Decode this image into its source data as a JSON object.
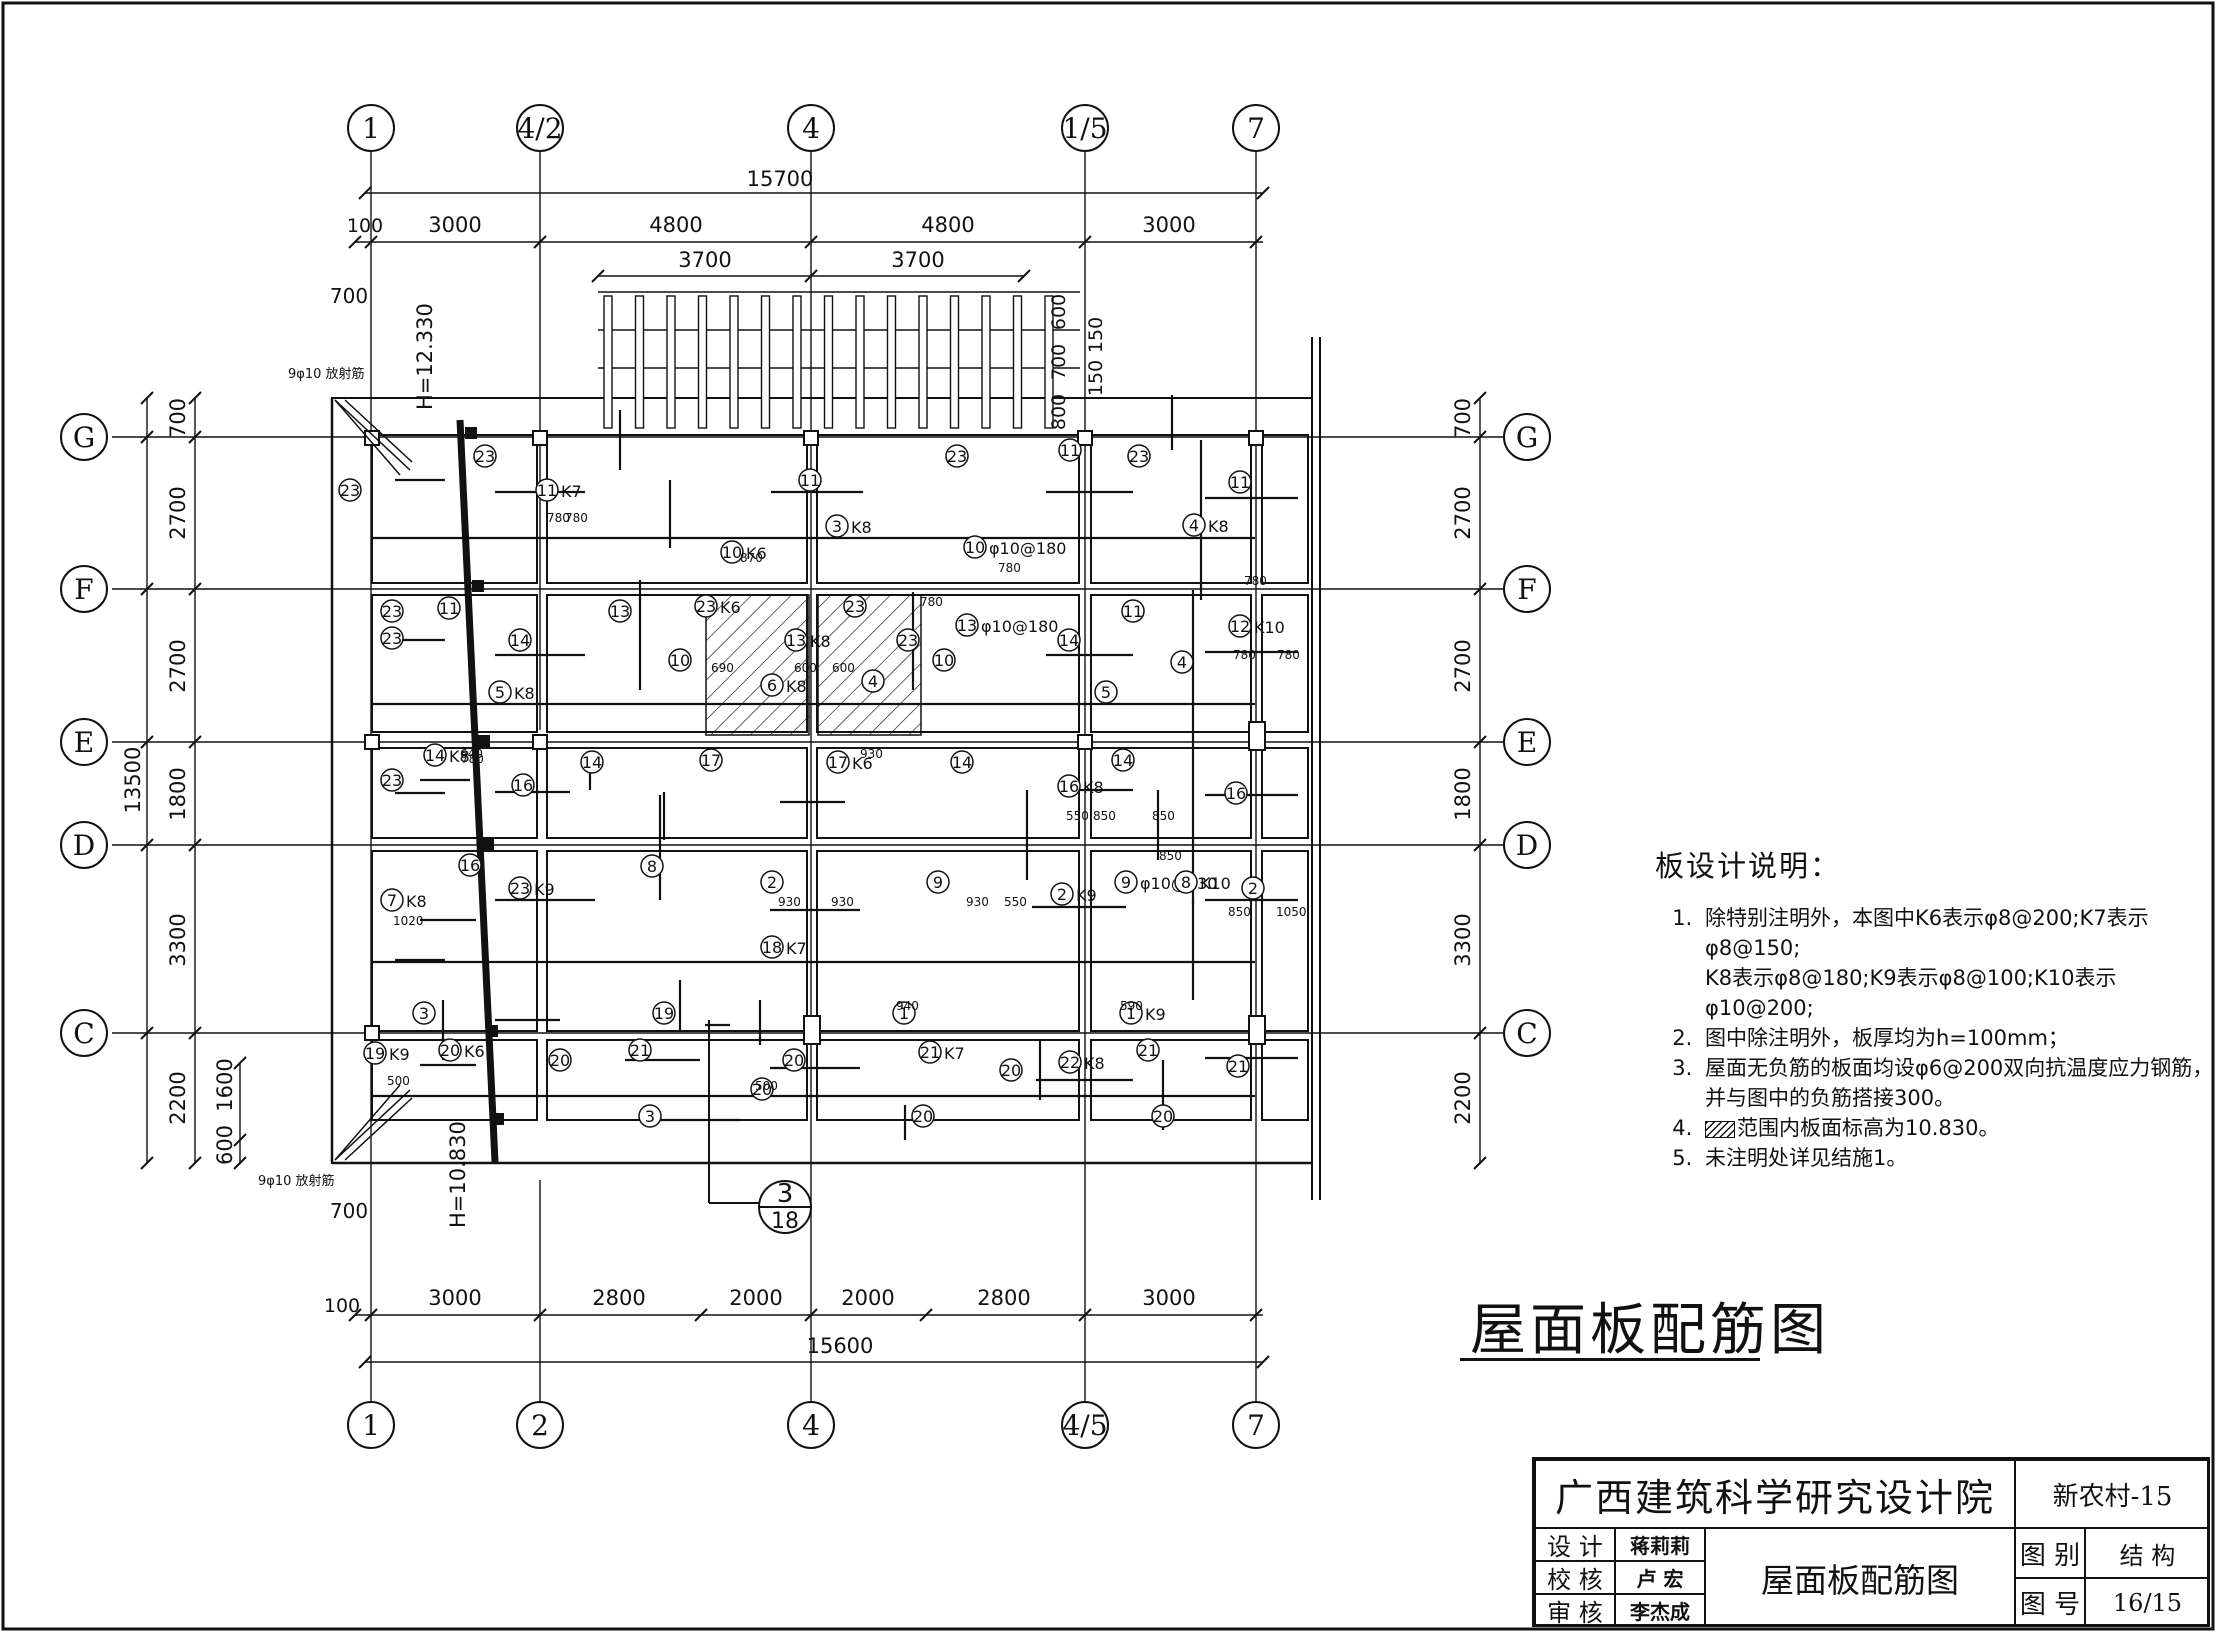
{
  "drawing_title": "屋面板配筋图",
  "axes_top": [
    "1",
    "4/2",
    "4",
    "1/5",
    "7"
  ],
  "axes_bottom": [
    "1",
    "2",
    "4",
    "4/5",
    "7"
  ],
  "axes_rows": [
    "G",
    "F",
    "E",
    "D",
    "C"
  ],
  "dims_top": {
    "total": "15700",
    "segments": [
      "100",
      "3000",
      "4800",
      "4800",
      "3000"
    ],
    "pergola": [
      "3700",
      "3700"
    ]
  },
  "dims_bottom": {
    "total": "15600",
    "segments": [
      "100",
      "3000",
      "2800",
      "2000",
      "2000",
      "2800",
      "3000"
    ]
  },
  "dims_left": {
    "total": "13500",
    "segments": [
      "700",
      "2700",
      "2700",
      "1800",
      "3300",
      "2200"
    ],
    "extra": [
      "1600",
      "600"
    ]
  },
  "dims_right": {
    "segments": [
      "700",
      "2700",
      "2700",
      "1800",
      "3300",
      "2200"
    ]
  },
  "dims_pergola_side": [
    "600",
    "150",
    "150",
    "700",
    "800"
  ],
  "eave_dims": [
    "700",
    "700"
  ],
  "elevation_labels": [
    "H=12.330",
    "H=10.830"
  ],
  "radial_bar_label": "9φ10 放射筋",
  "section_mark": {
    "number": "3",
    "sheet": "18"
  },
  "bar_labels": [
    {
      "n": "23"
    },
    {
      "n": "11",
      "t": "K7"
    },
    {
      "n": "23"
    },
    {
      "n": "11"
    },
    {
      "n": "23"
    },
    {
      "n": "11"
    },
    {
      "n": "23"
    },
    {
      "n": "11"
    },
    {
      "n": "3",
      "t": "K8"
    },
    {
      "n": "4",
      "t": "K8"
    },
    {
      "n": "10",
      "t": "K6"
    },
    {
      "n": "10",
      "t": "φ10@180"
    },
    {
      "n": "23"
    },
    {
      "n": "11"
    },
    {
      "n": "13"
    },
    {
      "n": "23",
      "t": "K6"
    },
    {
      "n": "13",
      "t": "K8"
    },
    {
      "n": "23"
    },
    {
      "n": "13",
      "t": "φ10@180"
    },
    {
      "n": "11"
    },
    {
      "n": "12",
      "t": "K10"
    },
    {
      "n": "23"
    },
    {
      "n": "14"
    },
    {
      "n": "10"
    },
    {
      "n": "6",
      "t": "K8"
    },
    {
      "n": "4"
    },
    {
      "n": "23"
    },
    {
      "n": "10"
    },
    {
      "n": "14"
    },
    {
      "n": "5",
      "t": "K8"
    },
    {
      "n": "5"
    },
    {
      "n": "4"
    },
    {
      "n": "14",
      "t": "K8"
    },
    {
      "n": "23"
    },
    {
      "n": "16"
    },
    {
      "n": "14"
    },
    {
      "n": "17"
    },
    {
      "n": "17",
      "t": "K6"
    },
    {
      "n": "14"
    },
    {
      "n": "16",
      "t": "K8"
    },
    {
      "n": "14"
    },
    {
      "n": "16"
    },
    {
      "n": "16"
    },
    {
      "n": "8"
    },
    {
      "n": "9"
    },
    {
      "n": "9",
      "t": "φ10@130"
    },
    {
      "n": "8",
      "t": "K10"
    },
    {
      "n": "7",
      "t": "K8"
    },
    {
      "n": "23",
      "t": "K9"
    },
    {
      "n": "2"
    },
    {
      "n": "2",
      "t": "K9"
    },
    {
      "n": "2"
    },
    {
      "n": "18",
      "t": "K7"
    },
    {
      "n": "3"
    },
    {
      "n": "19"
    },
    {
      "n": "1"
    },
    {
      "n": "1",
      "t": "K9"
    },
    {
      "n": "19",
      "t": "K9"
    },
    {
      "n": "20",
      "t": "K6"
    },
    {
      "n": "20"
    },
    {
      "n": "21"
    },
    {
      "n": "20"
    },
    {
      "n": "21",
      "t": "K7"
    },
    {
      "n": "20"
    },
    {
      "n": "22",
      "t": "K8"
    },
    {
      "n": "21"
    },
    {
      "n": "20"
    },
    {
      "n": "21"
    },
    {
      "n": "3"
    },
    {
      "n": "20"
    },
    {
      "n": "20"
    },
    {
      "n": "20"
    }
  ],
  "small_dims": [
    "780",
    "780",
    "870",
    "780",
    "690",
    "600",
    "600",
    "780",
    "780",
    "780",
    "780",
    "780",
    "640",
    "930",
    "930",
    "930",
    "930",
    "550",
    "550",
    "850",
    "850",
    "850",
    "850",
    "1050",
    "1020",
    "940",
    "590",
    "500",
    "500"
  ],
  "notes_title": "板设计说明：",
  "notes": [
    "除特别注明外，本图中K6表示φ8@200;K7表示φ8@150;",
    "K8表示φ8@180;K9表示φ8@100;K10表示φ10@200;",
    "图中除注明外，板厚均为h=100mm；",
    "屋面无负筋的板面均设φ6@200双向抗温度应力钢筋，",
    "并与图中的负筋搭接300。",
    "范围内板面标高为10.830。",
    "未注明处详见结施1。"
  ],
  "title_block": {
    "institute": "广西建筑科学研究设计院",
    "project": "新农村-15",
    "design_label": "设 计",
    "design_name": "蒋莉莉",
    "check_label": "校 核",
    "check_name": "卢 宏",
    "review_label": "审 核",
    "review_name": "李杰成",
    "sheet_title": "屋面板配筋图",
    "category_label": "图 别",
    "category": "结 构",
    "number_label": "图 号",
    "number": "16/15"
  }
}
